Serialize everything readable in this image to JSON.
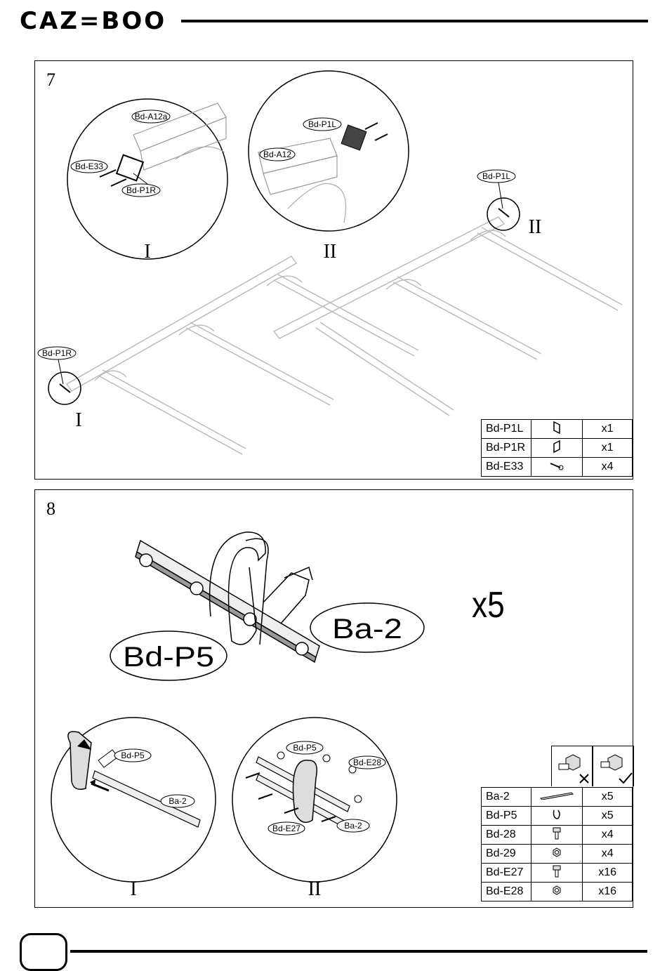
{
  "brand": "CAZ=BOO",
  "step7": {
    "number": "7",
    "callouts": {
      "i_a12a": "Bd-A12a",
      "i_e33": "Bd-E33",
      "i_p1r": "Bd-P1R",
      "ii_p1l": "Bd-P1L",
      "ii_a12": "Bd-A12",
      "main_p1l": "Bd-P1L",
      "main_p1r": "Bd-P1R"
    },
    "roman_i": "I",
    "roman_ii": "II",
    "main_roman_i": "I",
    "main_roman_ii": "II",
    "parts": [
      {
        "code": "Bd-P1L",
        "icon": "bracket-left-icon",
        "qty": "x1"
      },
      {
        "code": "Bd-P1R",
        "icon": "bracket-right-icon",
        "qty": "x1"
      },
      {
        "code": "Bd-E33",
        "icon": "screw-icon",
        "qty": "x4"
      }
    ]
  },
  "step8": {
    "number": "8",
    "label_p5": "Bd-P5",
    "label_ba2": "Ba-2",
    "multiplier": "x5",
    "callouts": {
      "i_p5": "Bd-P5",
      "i_ba2": "Ba-2",
      "ii_p5": "Bd-P5",
      "ii_e28": "Bd-E28",
      "ii_e27": "Bd-E27",
      "ii_ba2": "Ba-2"
    },
    "roman_i": "I",
    "roman_ii": "II",
    "parts": [
      {
        "code": "Ba-2",
        "icon": "flat-bar-icon",
        "qty": "x5"
      },
      {
        "code": "Bd-P5",
        "icon": "clamp-icon",
        "qty": "x5"
      },
      {
        "code": "Bd-28",
        "icon": "bolt-icon",
        "qty": "x4"
      },
      {
        "code": "Bd-29",
        "icon": "nut-icon",
        "qty": "x4"
      },
      {
        "code": "Bd-E27",
        "icon": "bolt-icon",
        "qty": "x16"
      },
      {
        "code": "Bd-E28",
        "icon": "nut-icon",
        "qty": "x16"
      }
    ]
  },
  "footer": {
    "page_number": ""
  }
}
